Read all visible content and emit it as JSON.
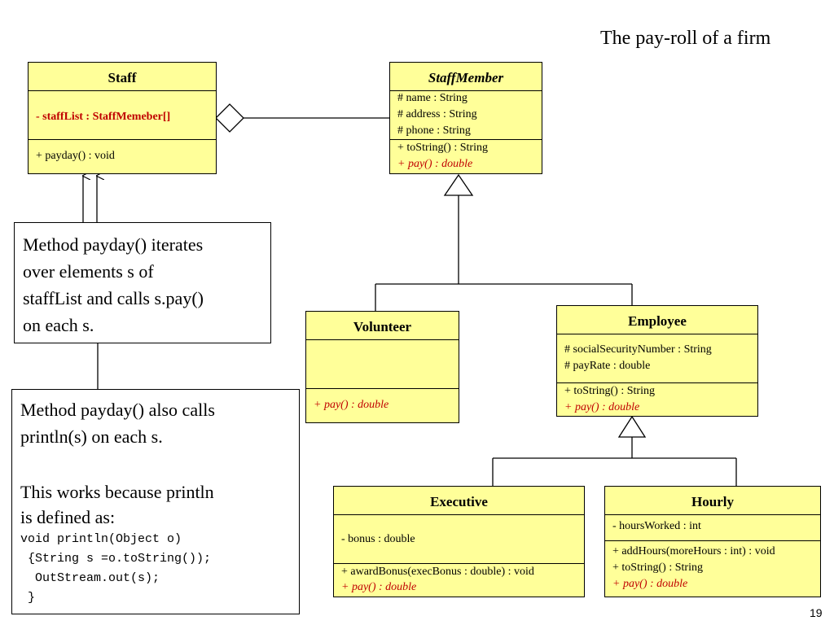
{
  "title": "The pay-roll of a firm",
  "slide_number": "19",
  "staff": {
    "name": "Staff",
    "attr": "- staffList : StaffMemeber[]",
    "method": "+ payday() : void"
  },
  "staff_member": {
    "name": "StaffMember",
    "attrs": [
      "# name : String",
      "# address : String",
      "# phone : String"
    ],
    "methods": [
      "+ toString() : String",
      "+ pay() : double"
    ]
  },
  "volunteer": {
    "name": "Volunteer",
    "method": "+ pay() : double"
  },
  "employee": {
    "name": "Employee",
    "attrs": [
      "# socialSecurityNumber : String",
      "# payRate : double"
    ],
    "methods": [
      "+ toString() : String",
      "+ pay() : double"
    ]
  },
  "executive": {
    "name": "Executive",
    "attr": "- bonus : double",
    "methods": [
      "+ awardBonus(execBonus : double) : void",
      "+ pay() : double"
    ]
  },
  "hourly": {
    "name": "Hourly",
    "attr": "- hoursWorked : int",
    "methods": [
      "+ addHours(moreHours : int) : void",
      "+ toString() : String",
      "+ pay() : double"
    ]
  },
  "note1": {
    "lines": [
      "Method payday() iterates",
      "over elements s of",
      "staffList and calls s.pay()",
      "on each s."
    ]
  },
  "note2": {
    "lines": [
      "Method payday() also calls",
      "println(s) on each s.",
      "",
      "This works because println",
      "is defined as:"
    ],
    "code": [
      "void println(Object o)",
      " {String s =o.toString());",
      "  OutStream.out(s);",
      " }"
    ]
  },
  "colors": {
    "box_fill": "#ffff99",
    "highlight": "#c00000"
  }
}
